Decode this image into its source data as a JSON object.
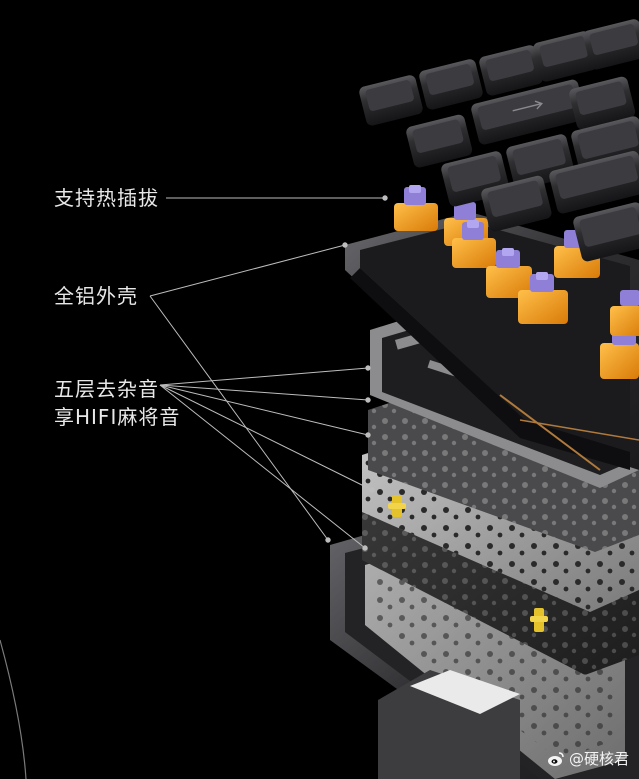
{
  "labels": {
    "hot_swap": "支持热插拔",
    "aluminum_case": "全铝外壳",
    "noise_line1": "五层去杂音",
    "noise_line2": "享HIFI麻将音"
  },
  "watermark": {
    "text": "@硬核君"
  },
  "colors": {
    "background": "#000000",
    "label_text": "#e8e8e8",
    "leader_line": "#bdbdbd",
    "keycap": "#2c2c2e",
    "switch_housing": "#f39a1e",
    "switch_stem": "#8f7fd6",
    "stabilizer": "#e3c22b",
    "case_metal": "#3a3a3c",
    "plate_metal": "#9c9c9c"
  },
  "icons": {
    "watermark_logo": "weibo-icon"
  }
}
